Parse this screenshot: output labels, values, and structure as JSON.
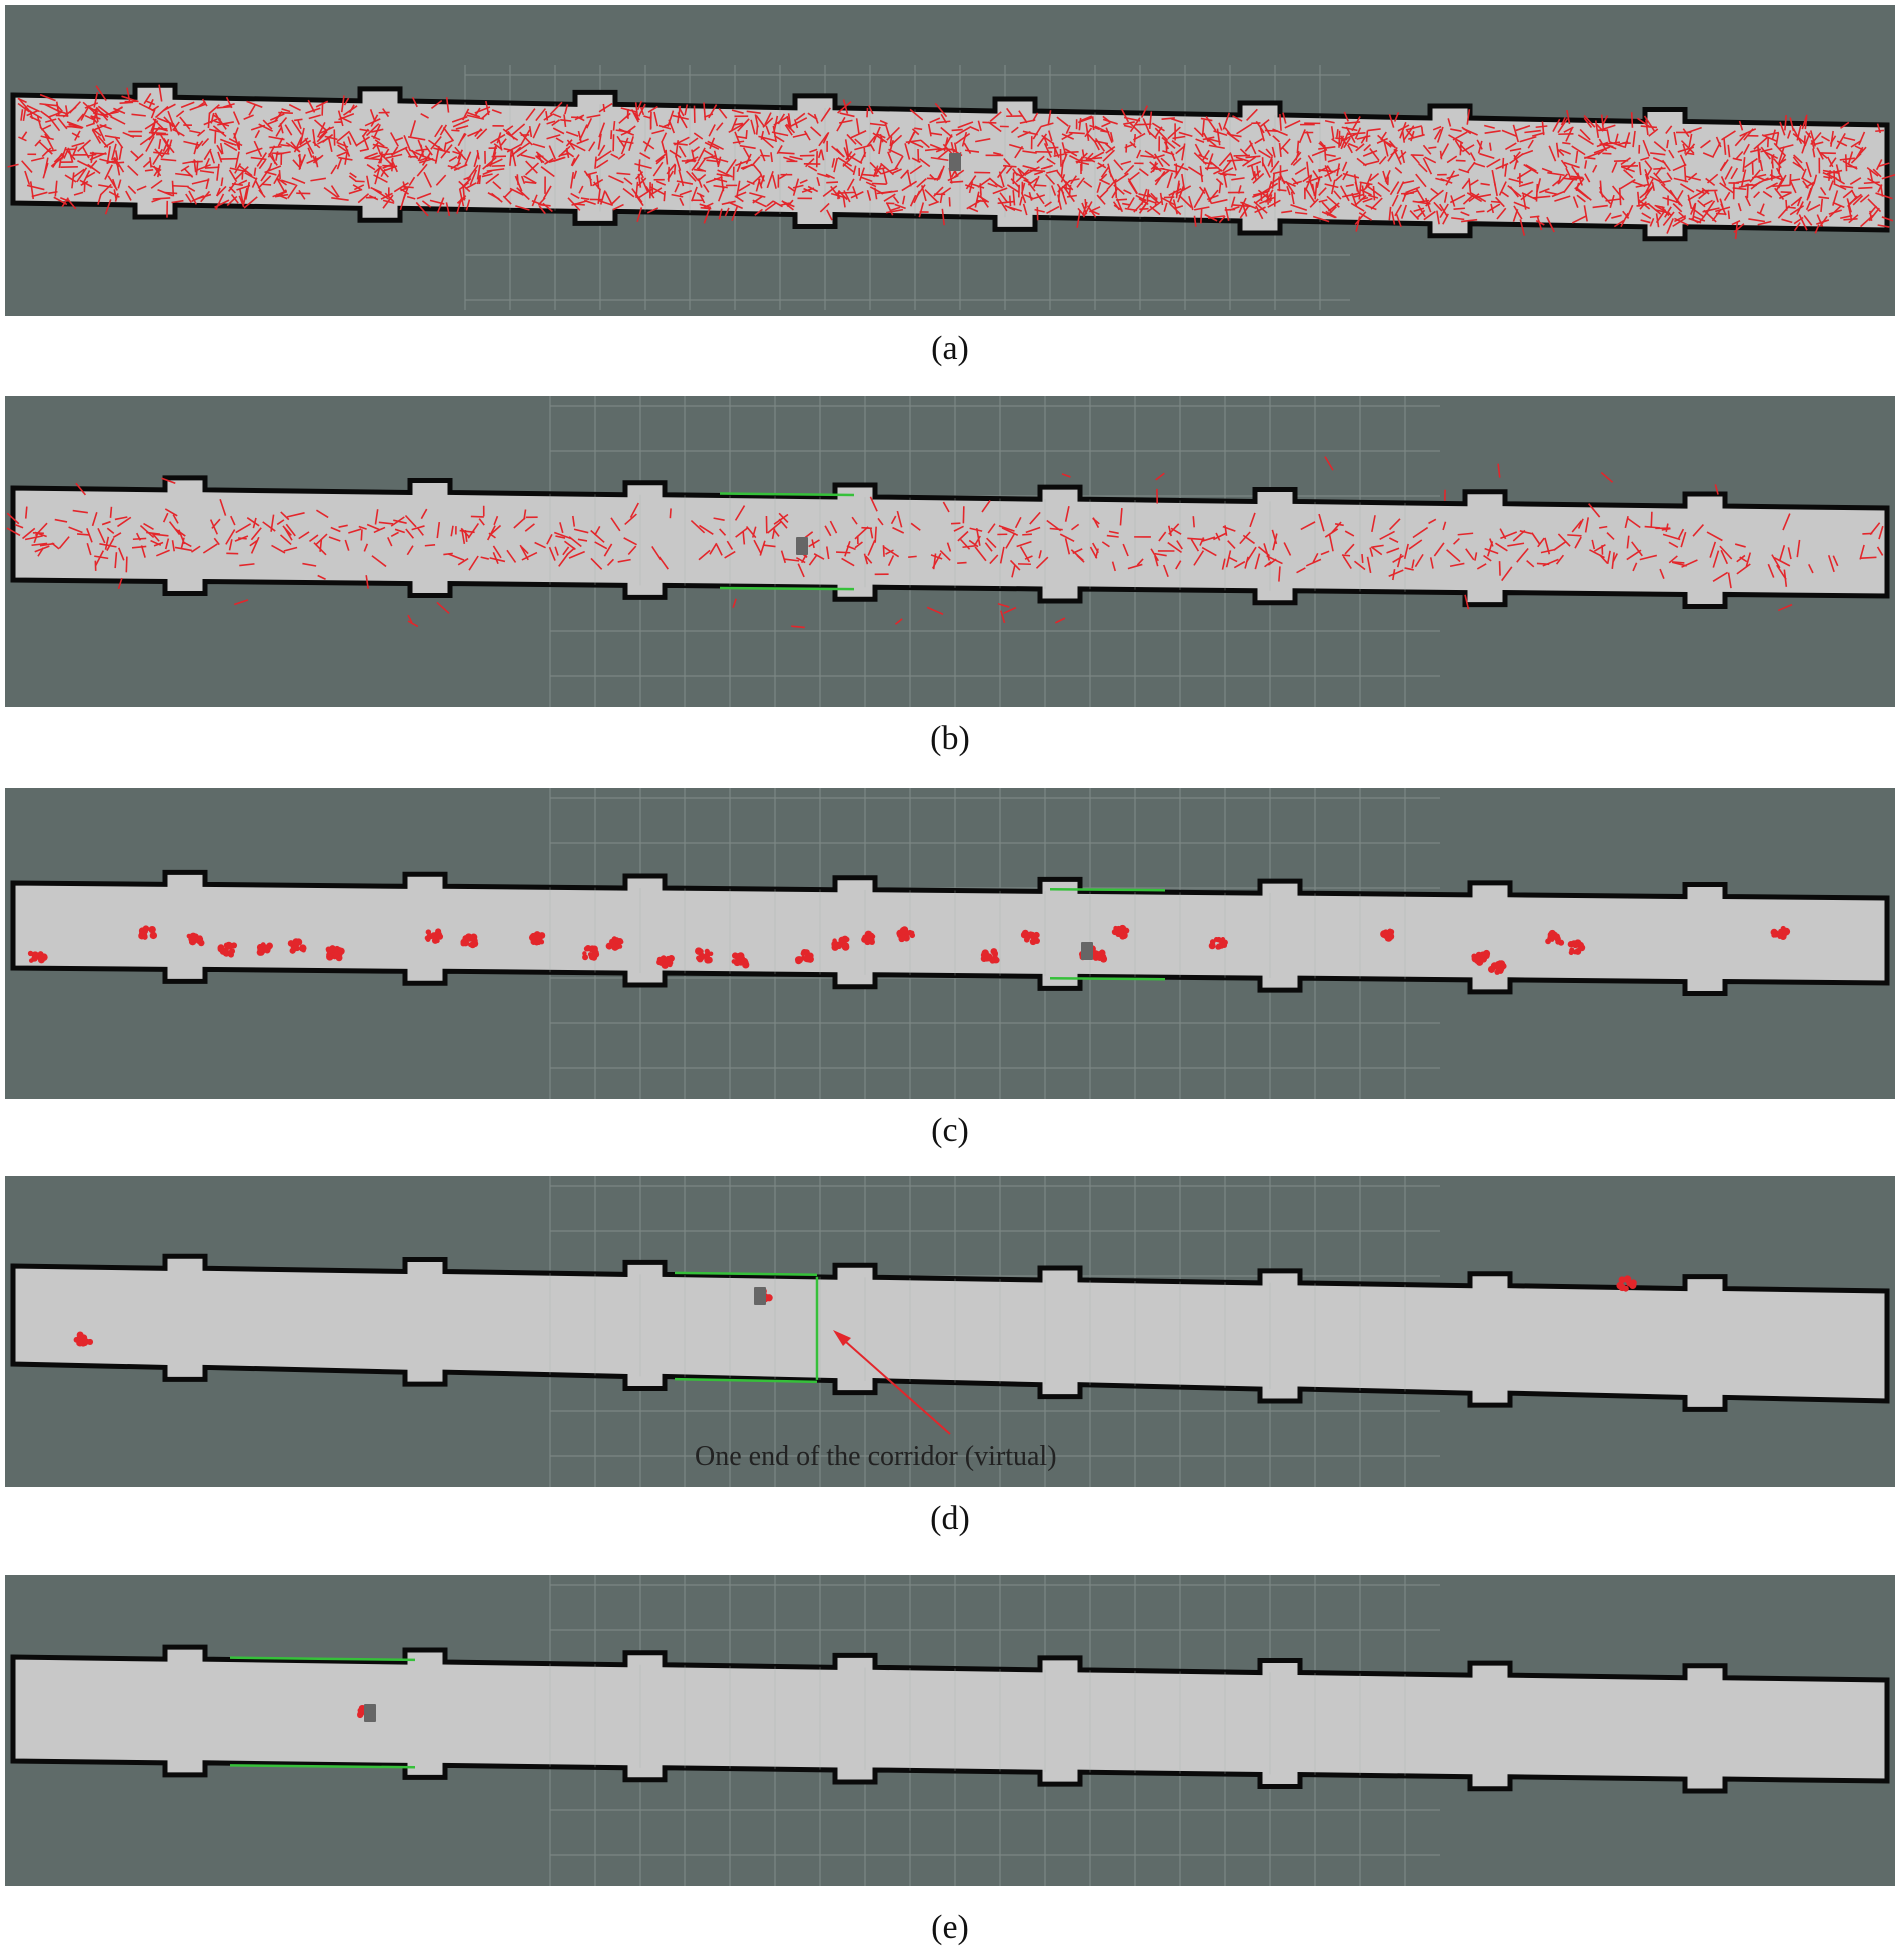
{
  "colors": {
    "background": "#5f6b69",
    "grid": "#7c8785",
    "corridor_fill": "#c8c8c8",
    "wall": "#0a0a0a",
    "particle": "#e3262b",
    "virtual_boundary": "#36c03a",
    "robot": "#666666"
  },
  "panels": [
    {
      "caption": "(a)"
    },
    {
      "caption": "(b)"
    },
    {
      "caption": "(c)"
    },
    {
      "caption": "(d)",
      "annotation": "One end of the corridor (virtual)"
    },
    {
      "caption": "(e)"
    }
  ]
}
